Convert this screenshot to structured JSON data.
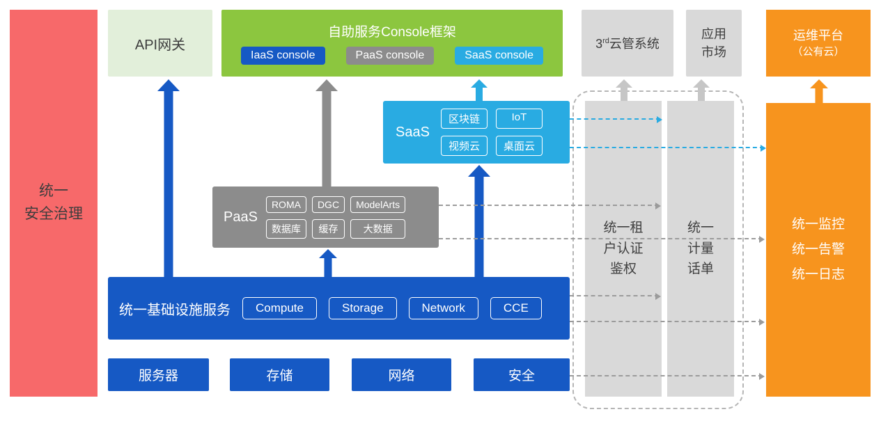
{
  "colors": {
    "blue": "#1659C4",
    "cyan": "#29ABE2",
    "green": "#8CC63F",
    "pale_green": "#E2EFDA",
    "gray": "#8C8C8C",
    "light_gray": "#D9D9D9",
    "orange": "#F7941E",
    "red": "#F7696A"
  },
  "security": {
    "label": "统一\n安全治理"
  },
  "api_gateway": {
    "label": "API网关"
  },
  "console_frame": {
    "title": "自助服务Console框架",
    "consoles": [
      "IaaS console",
      "PaaS console",
      "SaaS console"
    ]
  },
  "third_party": {
    "base": "3",
    "sup": "rd",
    "rest": "云管系统"
  },
  "app_market": {
    "label": "应用\n市场"
  },
  "ops_platform": {
    "line1": "运维平台",
    "line2": "（公有云）"
  },
  "saas": {
    "label": "SaaS",
    "chips": [
      "区块链",
      "IoT",
      "视频云",
      "桌面云"
    ]
  },
  "paas": {
    "label": "PaaS",
    "chips": [
      "ROMA",
      "DGC",
      "ModelArts",
      "数据库",
      "缓存",
      "大数据"
    ]
  },
  "infra": {
    "label": "统一基础设施服务",
    "chips": [
      "Compute",
      "Storage",
      "Network",
      "CCE"
    ]
  },
  "foundation": {
    "items": [
      "服务器",
      "存储",
      "网络",
      "安全"
    ]
  },
  "pillars": {
    "auth": "统一租\n户认证\n鉴权",
    "billing": "统一\n计量\n话单"
  },
  "monitoring": {
    "label": "统一监控\n统一告警\n统一日志"
  }
}
